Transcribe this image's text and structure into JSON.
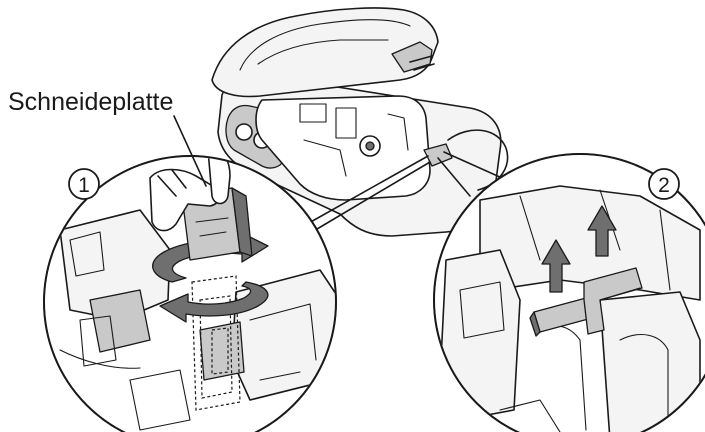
{
  "labels": {
    "cutter_unit": "Schneideplatte"
  },
  "steps": {
    "step1": "1",
    "step2": "2"
  },
  "icons": {
    "rotate": "rotate-arrow-icon",
    "lift": "up-arrow-icon"
  },
  "colors": {
    "line": "#1a1a1a",
    "shade_light": "#c9c9c9",
    "shade_dark": "#6f6f6f",
    "body": "#f4f4f4",
    "background": "#ffffff"
  }
}
